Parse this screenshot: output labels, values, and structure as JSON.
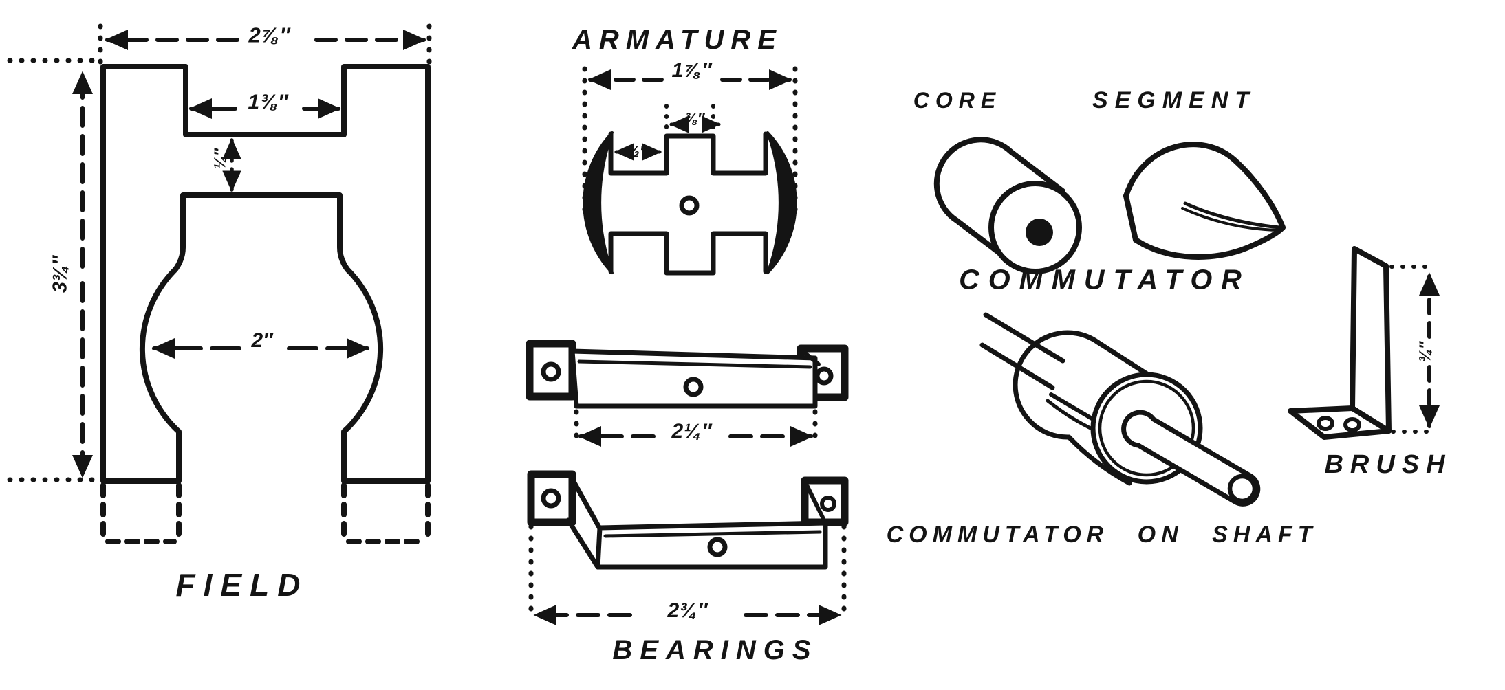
{
  "colors": {
    "ink": "#141414",
    "paper": "#ffffff"
  },
  "field": {
    "name": "FIELD",
    "width": "2⅞″",
    "notch_width": "1⅜″",
    "gap": "¼″",
    "height": "3¾″",
    "bore_diameter": "2″"
  },
  "armature": {
    "name": "ARMATURE",
    "width": "1⅞″",
    "tab_width": "⅜″",
    "slot_width": "½″"
  },
  "bearings": {
    "name": "BEARINGS",
    "upper_length": "2¼″",
    "lower_length": "2¾″"
  },
  "commutator": {
    "core": "CORE",
    "segment": "SEGMENT",
    "name": "COMMUTATOR",
    "on_shaft": "COMMUTATOR ON SHAFT"
  },
  "brush": {
    "name": "BRUSH",
    "height": "¾″"
  }
}
